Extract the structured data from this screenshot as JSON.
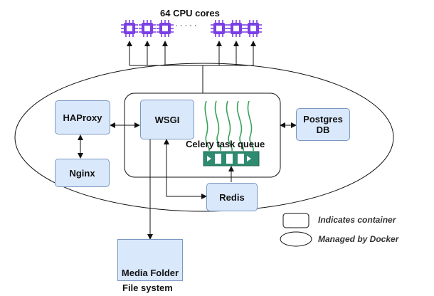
{
  "cpu": {
    "label": "64 CPU cores",
    "ellipsis": "· · · · ·"
  },
  "nodes": {
    "haproxy": "HAProxy",
    "nginx": "Nginx",
    "wsgi": "WSGI",
    "postgres": "Postgres\nDB",
    "redis": "Redis",
    "media_folder": "Media Folder"
  },
  "labels": {
    "celery": "Celery task queue",
    "file_system": "File system"
  },
  "legend": {
    "container": "Indicates  container",
    "docker": "Managed by Docker"
  },
  "colors": {
    "cpu_chip": "#7b3fe4",
    "box_fill": "#dae8fc",
    "box_border": "#7a97c2",
    "queue_green": "#2e8b6f",
    "worker_lines": "#3aa15a",
    "folder": "#f5c518"
  }
}
